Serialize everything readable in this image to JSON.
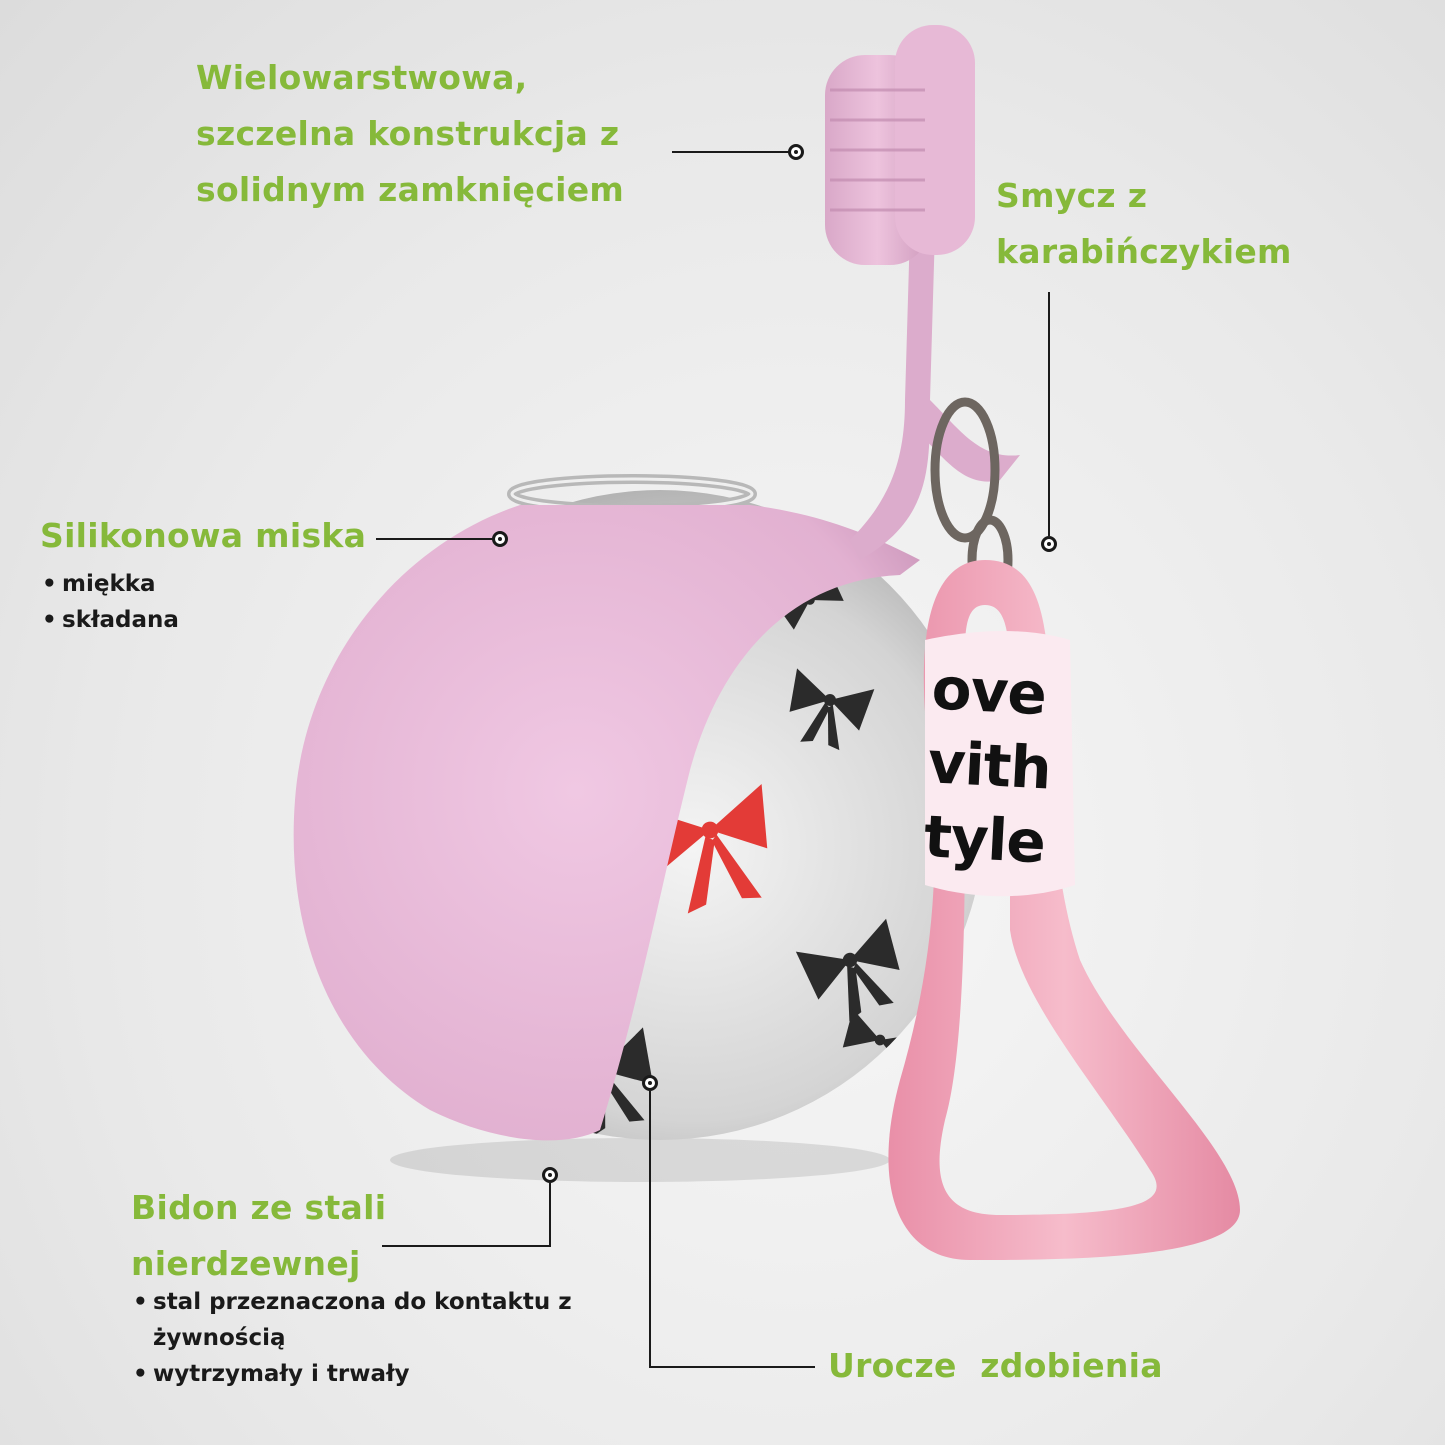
{
  "labels": {
    "lid_line1": "Wielowarstwowa,",
    "lid_line2": "szczelna konstrukcja z",
    "lid_line3": "solidnym zamknięciem",
    "leash_line1": "Smycz z",
    "leash_line2": "karabińczykiem",
    "bowl_title": "Silikonowa miska",
    "bowl_bullets": [
      "miękka",
      "składana"
    ],
    "bottle_line1": "Bidon ze stali",
    "bottle_line2": "nierdzewnej",
    "bottle_bullet1_line1": "stal przeznaczona do kontaktu z",
    "bottle_bullet1_line2": "żywnością",
    "bottle_bullet2": "wytrzymały i trwały",
    "decor": "Urocze  zdobienia"
  },
  "tag_text": [
    "ove",
    "vith",
    "tyle"
  ],
  "colors": {
    "accent_green": "#86b93a",
    "silicone_pink": "#e9bedc",
    "rope_pink": "#f1a9bd",
    "steel": "#d9d9d9"
  }
}
